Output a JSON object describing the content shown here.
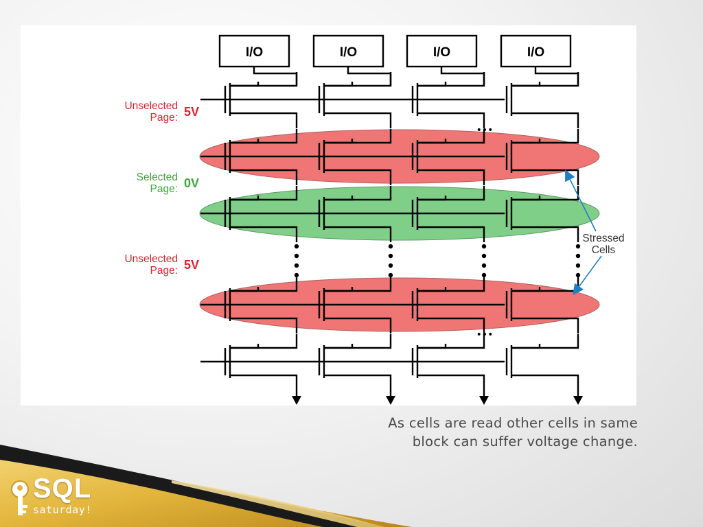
{
  "diagram": {
    "io_labels": [
      "I/O",
      "I/O",
      "I/O",
      "I/O"
    ],
    "unselected_top": {
      "text_line1": "Unselected",
      "text_line2": "Page:",
      "voltage": "5V"
    },
    "selected": {
      "text_line1": "Selected",
      "text_line2": "Page:",
      "voltage": "0V"
    },
    "unselected_bottom": {
      "text_line1": "Unselected",
      "text_line2": "Page:",
      "voltage": "5V"
    },
    "stressed_line1": "Stressed",
    "stressed_line2": "Cells",
    "ellipsis": "•••",
    "colors": {
      "unselected": "#f07575",
      "selected": "#80cf88",
      "arrow": "#1d7fc4",
      "red_text": "#e0202e",
      "green_text": "#3aa83a"
    }
  },
  "caption": {
    "line1": "As cells are read other cells in same",
    "line2": "block can suffer voltage change."
  },
  "logo": {
    "sql": "SQL",
    "saturday": "saturday!",
    "icon": "key-icon"
  }
}
